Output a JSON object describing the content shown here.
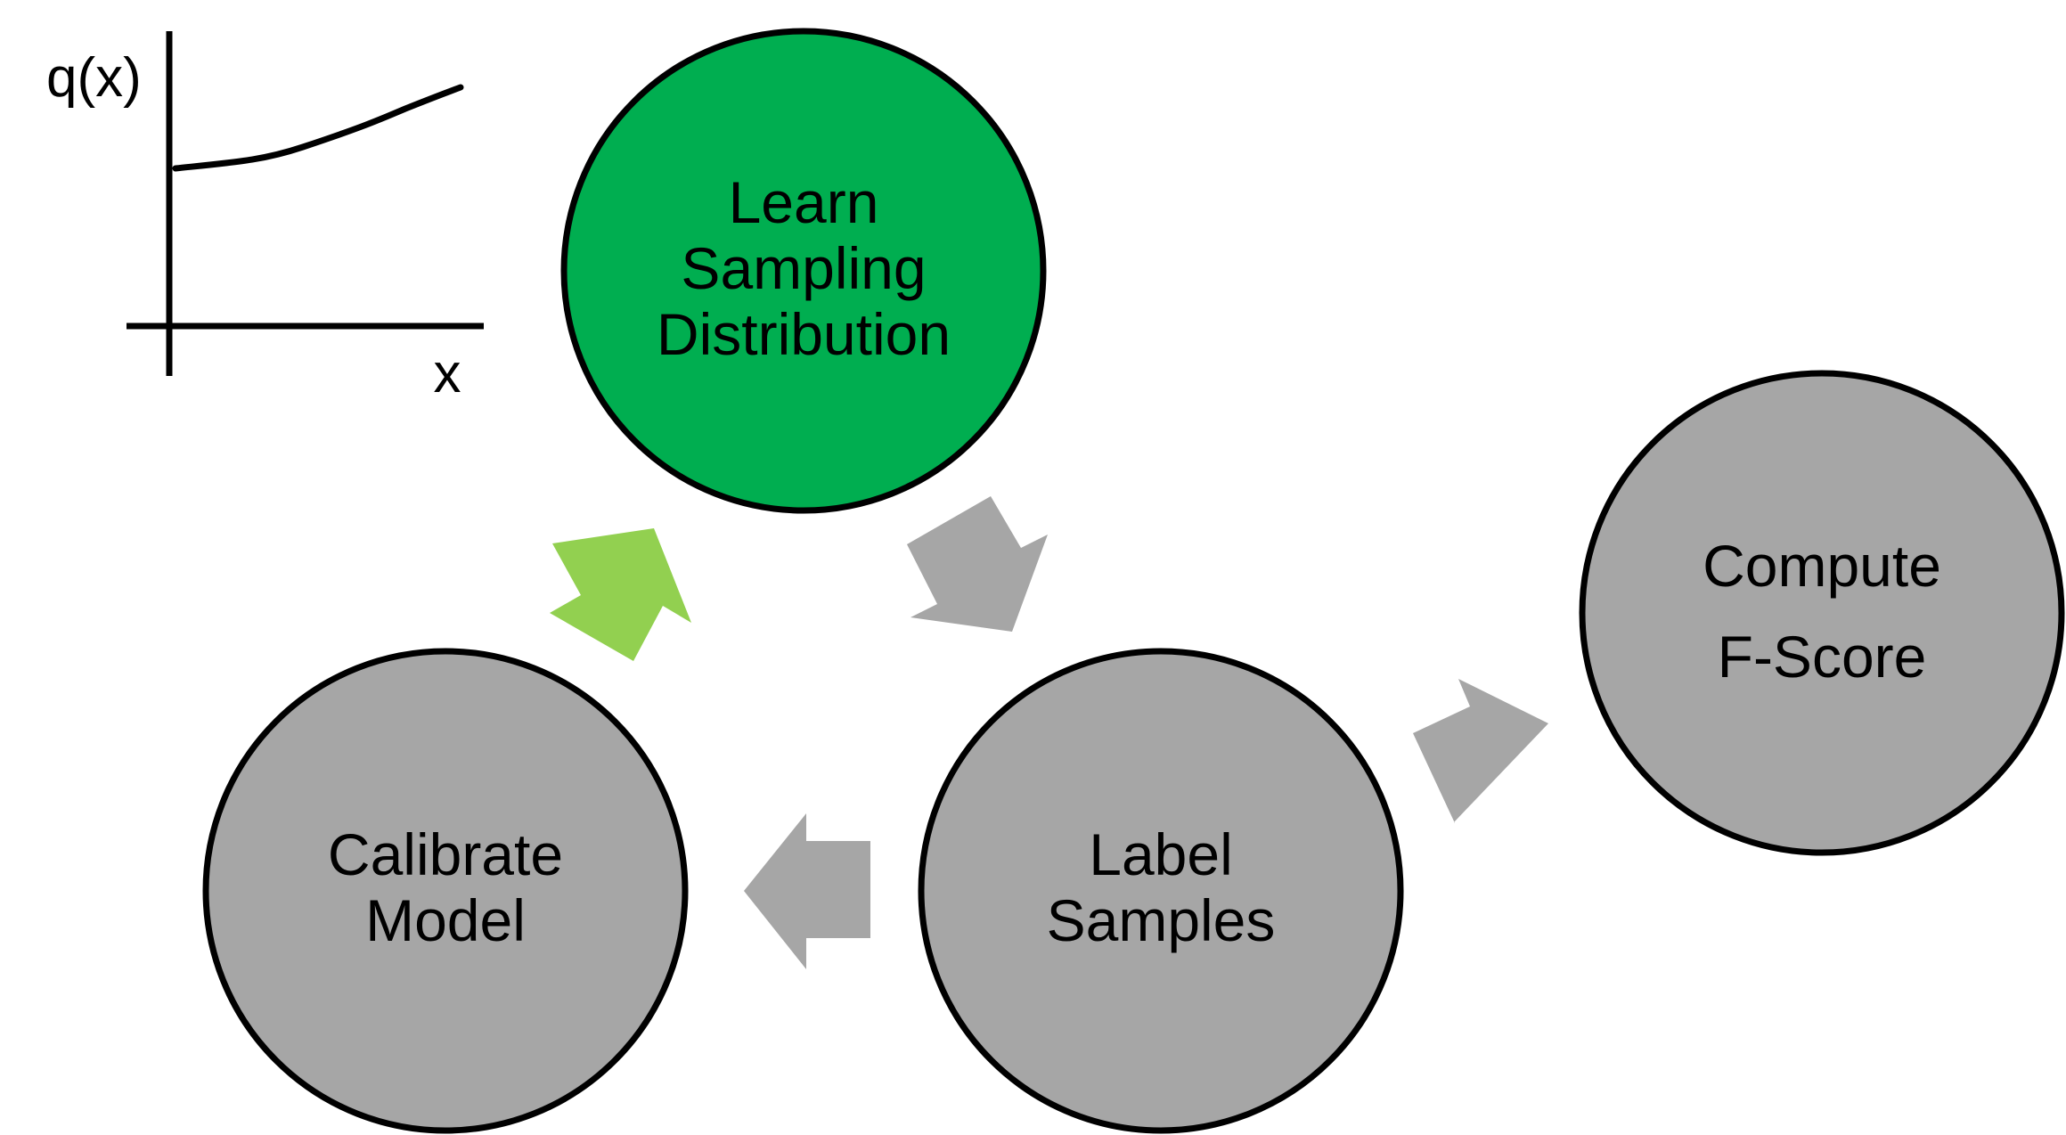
{
  "colors": {
    "background": "#ffffff",
    "active_node": "#00ae50",
    "inactive_node": "#a6a6a6",
    "active_arrow": "#92d050",
    "inactive_arrow": "#a6a6a6",
    "outline": "#000000"
  },
  "inset_plot": {
    "y_label": "q(x)",
    "x_label": "x"
  },
  "nodes": {
    "learn": {
      "line1": "Learn",
      "line2": "Sampling",
      "line3": "Distribution",
      "state": "active"
    },
    "label_samples": {
      "line1": "Label",
      "line2": "Samples",
      "state": "inactive"
    },
    "calibrate": {
      "line1": "Calibrate",
      "line2": "Model",
      "state": "inactive"
    },
    "compute": {
      "line1": "Compute",
      "line2": "F-Score",
      "state": "inactive"
    }
  },
  "arrows": [
    {
      "from": "learn",
      "to": "label_samples",
      "state": "inactive"
    },
    {
      "from": "label_samples",
      "to": "calibrate",
      "state": "inactive"
    },
    {
      "from": "calibrate",
      "to": "learn",
      "state": "active"
    },
    {
      "from": "label_samples",
      "to": "compute",
      "state": "inactive"
    }
  ]
}
